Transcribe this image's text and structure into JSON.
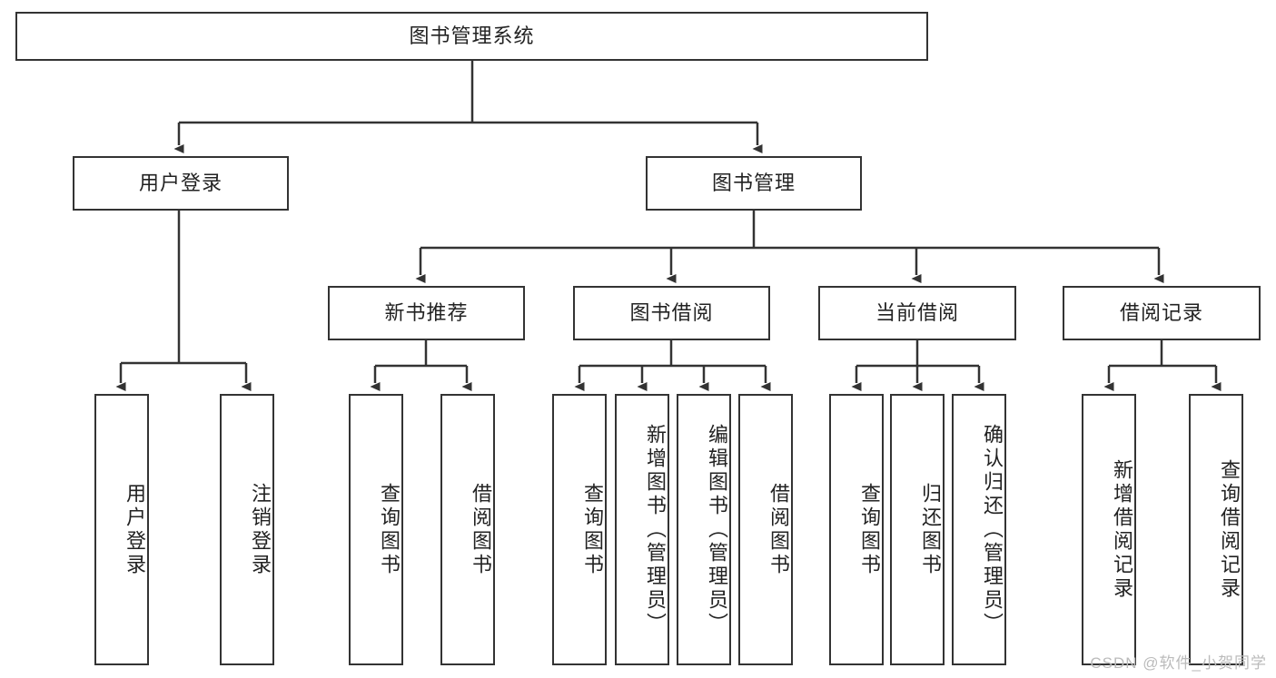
{
  "diagram": {
    "title": "图书管理系统",
    "type": "tree-hierarchy",
    "root": {
      "label": "图书管理系统"
    },
    "level2": [
      {
        "label": "用户登录"
      },
      {
        "label": "图书管理"
      }
    ],
    "level3": [
      {
        "label": "新书推荐"
      },
      {
        "label": "图书借阅"
      },
      {
        "label": "当前借阅"
      },
      {
        "label": "借阅记录"
      }
    ],
    "leaves": {
      "user_login": [
        {
          "label": "用户登录"
        },
        {
          "label": "注销登录"
        }
      ],
      "new_book_recommend": [
        {
          "label": "查询图书"
        },
        {
          "label": "借阅图书"
        }
      ],
      "book_borrow": [
        {
          "label": "查询图书"
        },
        {
          "label": "新增图书（管理员）"
        },
        {
          "label": "编辑图书（管理员）"
        },
        {
          "label": "借阅图书"
        }
      ],
      "current_borrow": [
        {
          "label": "查询图书"
        },
        {
          "label": "归还图书"
        },
        {
          "label": "确认归还（管理员）"
        }
      ],
      "borrow_record": [
        {
          "label": "新增借阅记录"
        },
        {
          "label": "查询借阅记录"
        }
      ]
    }
  },
  "watermark": {
    "text": "CSDN @软件_小贺同学"
  },
  "colors": {
    "border": "#333333",
    "text": "#222222",
    "background": "#ffffff",
    "watermark": "#bbbbbb"
  }
}
